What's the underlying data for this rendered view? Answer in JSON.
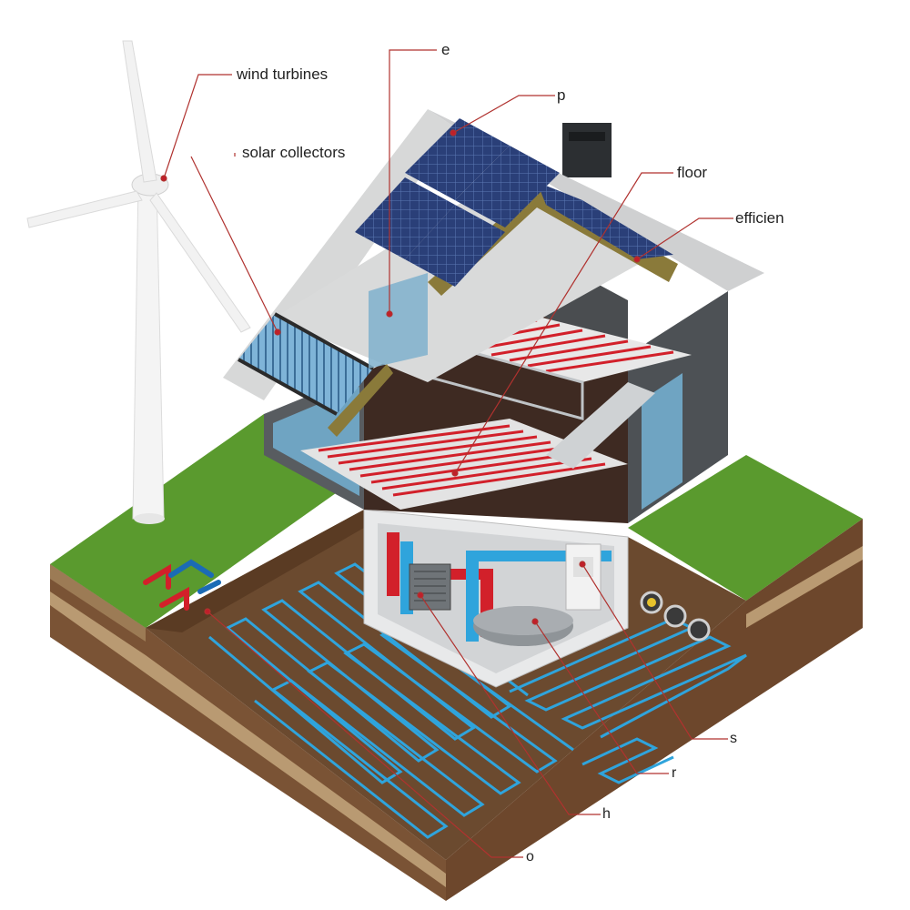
{
  "labels": {
    "wind_turbines": "wind turbines",
    "solar_collectors": "solar collectors",
    "e": "e",
    "p": "p",
    "floor": "floor",
    "efficiency": "efficien",
    "s": "s",
    "r": "r",
    "h": "h",
    "o": "o"
  },
  "colors": {
    "leader_line": "#b0322f",
    "hot_pipe": "#d2202a",
    "cold_pipe": "#2fa4dc",
    "grass": "#5a9a2e",
    "soil": "#6b4a2f",
    "roof": "#d7d8d8",
    "solar_panel": "#2a3f78"
  }
}
